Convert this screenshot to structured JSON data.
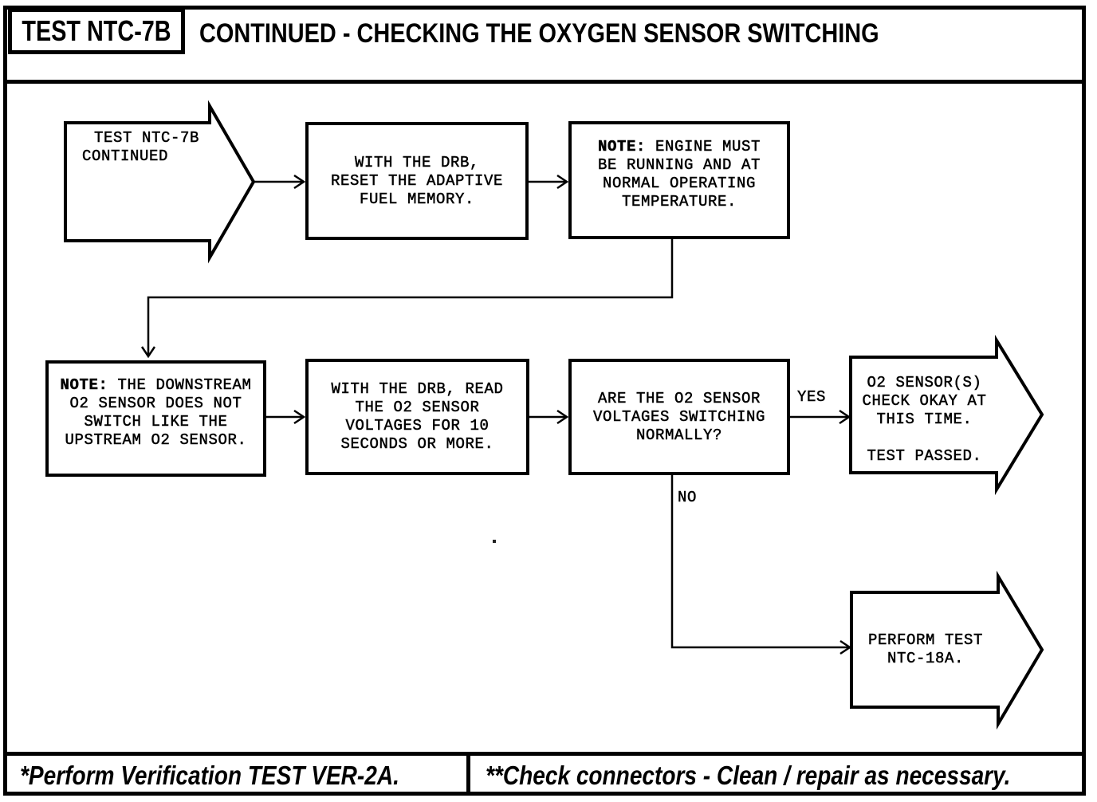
{
  "colors": {
    "ink": "#000000",
    "paper": "#ffffff"
  },
  "header": {
    "test_label": "TEST NTC-7B",
    "title": "CONTINUED - CHECKING THE OXYGEN SENSOR SWITCHING"
  },
  "flowchart": {
    "start": {
      "lines": [
        "TEST NTC-7B",
        "CONTINUED"
      ]
    },
    "reset_step": {
      "lines": [
        "WITH THE DRB,",
        "RESET THE ADAPTIVE",
        "FUEL MEMORY."
      ]
    },
    "engine_note": {
      "lines": [
        {
          "b": "NOTE:",
          "t": " ENGINE MUST"
        },
        "BE RUNNING AND AT",
        "NORMAL OPERATING",
        "TEMPERATURE."
      ]
    },
    "downstream_note": {
      "lines": [
        {
          "b": "NOTE:",
          "t": " THE DOWNSTREAM"
        },
        "O2 SENSOR DOES NOT",
        "SWITCH LIKE THE",
        "UPSTREAM O2 SENSOR."
      ]
    },
    "read_step": {
      "lines": [
        "WITH THE DRB, READ",
        "THE O2 SENSOR",
        "VOLTAGES FOR 10",
        "SECONDS OR MORE."
      ]
    },
    "decision": {
      "lines": [
        "ARE THE O2 SENSOR",
        "VOLTAGES SWITCHING",
        "NORMALLY?"
      ]
    },
    "yes_label": "YES",
    "no_label": "NO",
    "yes_outcome": {
      "lines": [
        "O2 SENSOR(S)",
        "CHECK OKAY AT",
        "THIS TIME.",
        "",
        "TEST PASSED."
      ]
    },
    "no_outcome": {
      "lines": [
        "PERFORM TEST",
        "NTC-18A."
      ]
    }
  },
  "footer": {
    "left_note": "*Perform Verification TEST VER-2A.",
    "right_note": "**Check connectors - Clean / repair as necessary."
  }
}
